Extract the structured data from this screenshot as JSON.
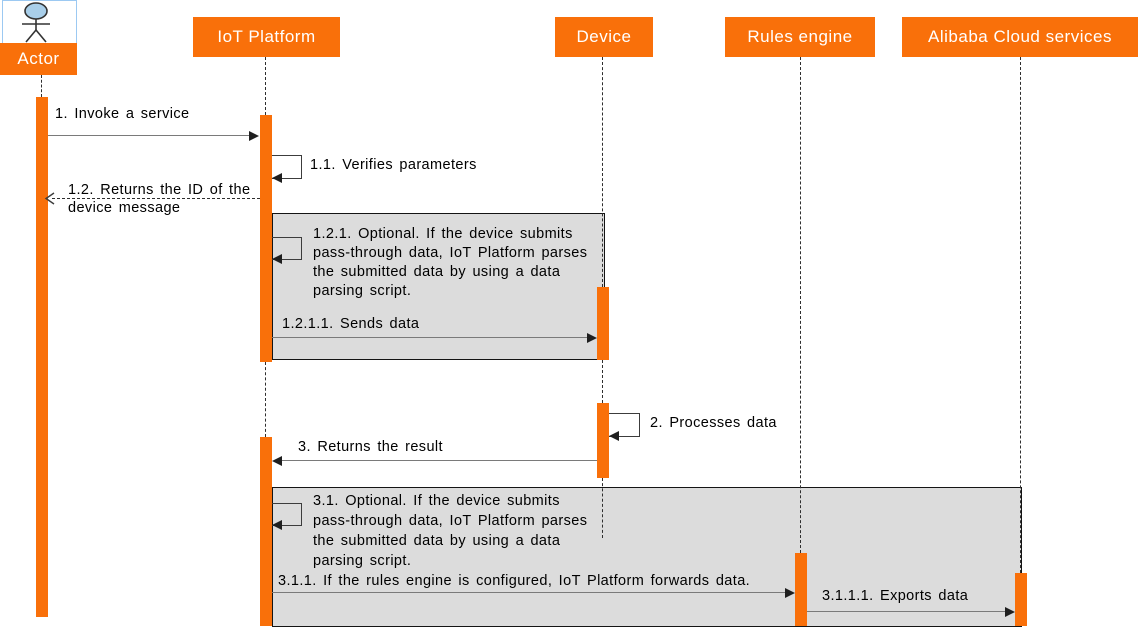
{
  "colors": {
    "accent": "#F9700A",
    "fragment-fill": "#DCDCDC",
    "actor-head": "#A9CFEA",
    "selection-border": "#9CC9F2",
    "line-gray": "#7A7A7A",
    "arrow-dark": "#1F1F1F",
    "text-black": "#000000"
  },
  "lifelines": [
    {
      "id": "actor",
      "label": "Actor"
    },
    {
      "id": "iot",
      "label": "IoT Platform"
    },
    {
      "id": "device",
      "label": "Device"
    },
    {
      "id": "rules",
      "label": "Rules engine"
    },
    {
      "id": "alibaba",
      "label": "Alibaba Cloud services"
    }
  ],
  "messages": {
    "m1": {
      "label": "1. Invoke a service"
    },
    "m1_1": {
      "label": "1.1. Verifies parameters"
    },
    "m1_2": {
      "line1": "1.2. Returns the ID of the",
      "line2": "device message"
    },
    "m1_2_1": {
      "line1": "1.2.1. Optional. If the device submits",
      "line2": "pass-through data, IoT Platform parses",
      "line3": "the submitted data by using a data",
      "line4": "parsing script."
    },
    "m1_2_1_1": {
      "label": "1.2.1.1. Sends data"
    },
    "m2": {
      "label": "2. Processes data"
    },
    "m3": {
      "label": "3. Returns the result"
    },
    "m3_1": {
      "line1": "3.1. Optional. If the device submits",
      "line2": "pass-through data, IoT Platform parses",
      "line3": "the submitted data by using a data",
      "line4": "parsing script."
    },
    "m3_1_1": {
      "label": "3.1.1. If the rules engine is configured, IoT Platform forwards data."
    },
    "m3_1_1_1": {
      "label": "3.1.1.1. Exports data"
    }
  }
}
